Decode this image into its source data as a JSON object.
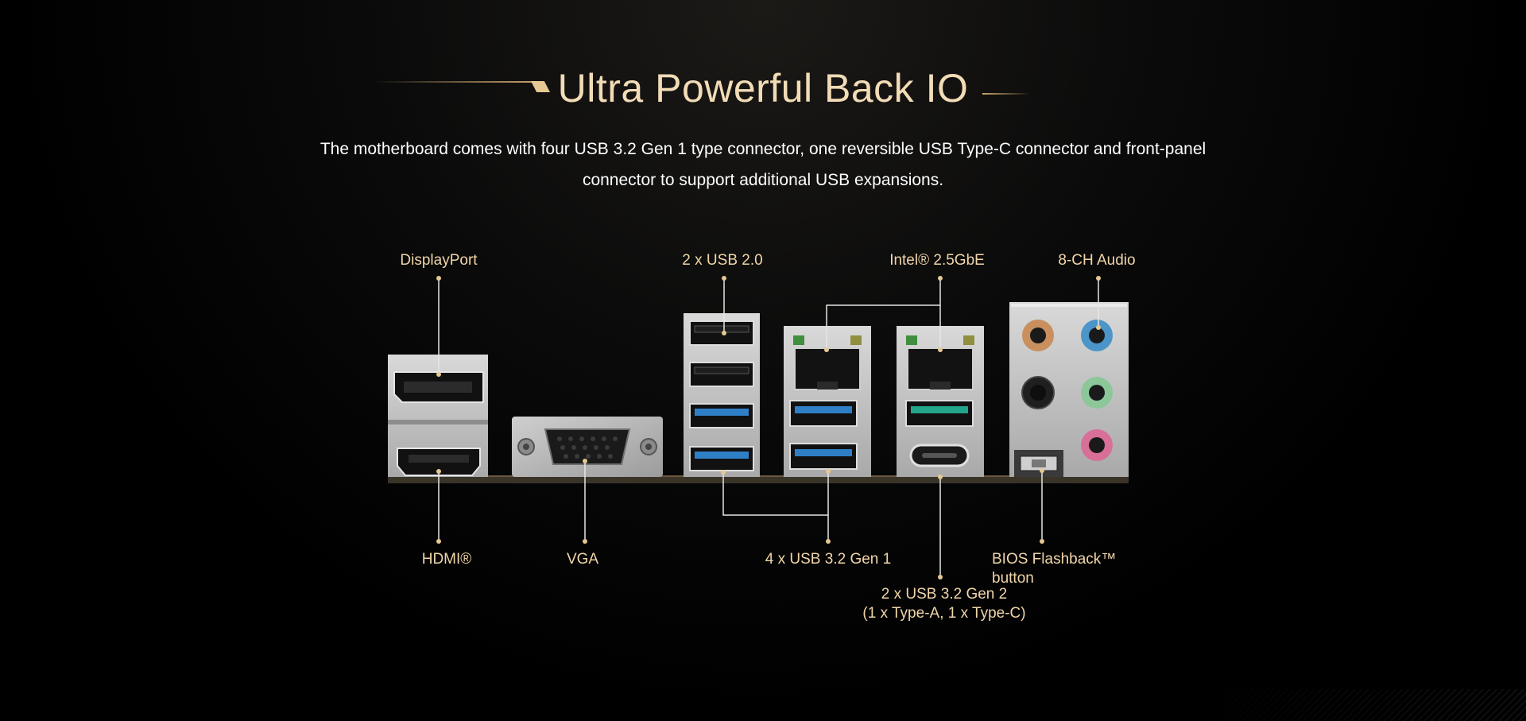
{
  "heading": {
    "title": "Ultra Powerful Back IO",
    "description": "The motherboard comes with four USB 3.2 Gen 1 type connector, one reversible USB Type-C connector and front-panel connector to support additional USB expansions."
  },
  "ports": {
    "displayport": "DisplayPort",
    "usb20": "2 x USB 2.0",
    "lan": "Intel® 2.5GbE",
    "audio": "8-CH Audio",
    "hdmi": "HDMI®",
    "vga": "VGA",
    "usb32gen1": "4 x USB 3.2 Gen 1",
    "bios_line1": "BIOS Flashback™",
    "bios_line2": "button",
    "usb32gen2_line1": "2 x USB 3.2 Gen 2",
    "usb32gen2_line2": "(1 x Type-A, 1 x Type-C)"
  },
  "colors": {
    "accent_gold": "#e6c892",
    "label_text": "#f0d5a8",
    "usb3_blue": "#2f7fc7",
    "usb32gen2_teal": "#23a58c",
    "audio_orange": "#c98f5e",
    "audio_blue": "#4b95c8",
    "audio_green": "#8cc79a",
    "audio_pink": "#d86f98",
    "audio_black": "#1a1a1a"
  }
}
